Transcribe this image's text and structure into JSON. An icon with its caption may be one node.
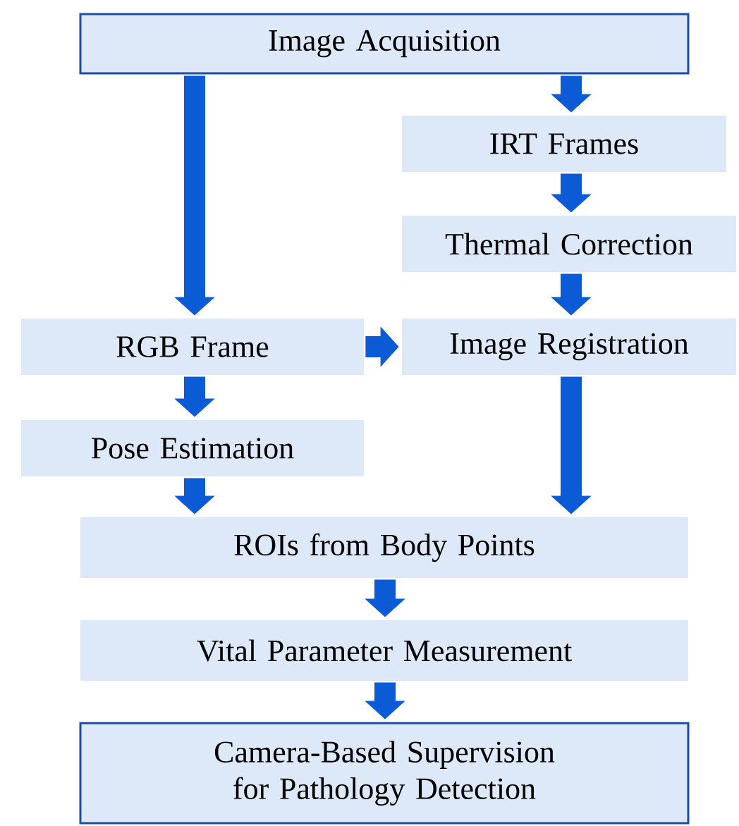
{
  "diagram": {
    "nodes": [
      {
        "text": [
          "Image Acquisition"
        ]
      },
      {
        "text": [
          "IRT Frames"
        ]
      },
      {
        "text": [
          "Thermal Correction"
        ]
      },
      {
        "text": [
          "RGB Frame"
        ]
      },
      {
        "text": [
          "Image Registration"
        ]
      },
      {
        "text": [
          "Pose Estimation"
        ]
      },
      {
        "text": [
          "ROIs from Body Points"
        ]
      },
      {
        "text": [
          "Vital Parameter Measurement"
        ]
      },
      {
        "text": [
          "Camera-Based Supervision for Pathology Detection"
        ]
      }
    ],
    "edges": [
      {
        "from": 0,
        "to": 3,
        "arrow": "to"
      },
      {
        "from": 0,
        "to": 1,
        "arrow": "to"
      },
      {
        "from": 1,
        "to": 2,
        "arrow": "to"
      },
      {
        "from": 2,
        "to": 4,
        "arrow": "to"
      },
      {
        "from": 3,
        "to": 4,
        "arrow": "to"
      },
      {
        "from": 3,
        "to": 5,
        "arrow": "to"
      },
      {
        "from": 5,
        "to": 6,
        "arrow": "to"
      },
      {
        "from": 4,
        "to": 6,
        "arrow": "to"
      },
      {
        "from": 6,
        "to": 7,
        "arrow": "to"
      },
      {
        "from": 7,
        "to": 8,
        "arrow": "to"
      }
    ]
  }
}
